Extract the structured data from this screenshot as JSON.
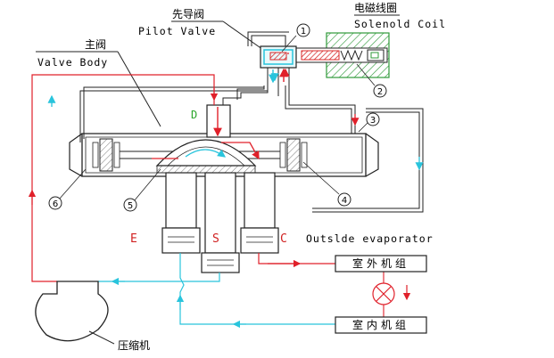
{
  "labels": {
    "pilot_valve_cn": "先导阀",
    "pilot_valve_en": "Pilot Valve",
    "solenoid_coil_cn": "电磁线圈",
    "solenoid_coil_en": "Solenold Coil",
    "main_valve_cn": "主阀",
    "valve_body_en": "Valve Body",
    "compressor_cn": "压缩机",
    "outside_unit_cn": "室外机组",
    "inside_unit_cn": "室内机组",
    "outside_evaporator_en": "Outslde evaporator"
  },
  "ports": {
    "d": "D",
    "e": "E",
    "s": "S",
    "c": "C"
  },
  "callouts": [
    "1",
    "2",
    "3",
    "4",
    "5",
    "6"
  ],
  "colors": {
    "line_dark": "#222222",
    "flow_red": "#e0202a",
    "flow_cyan": "#29c4dc",
    "coil_green": "#2f9a3a",
    "hatch_red": "#d82828",
    "port_green": "#2aa62a"
  }
}
